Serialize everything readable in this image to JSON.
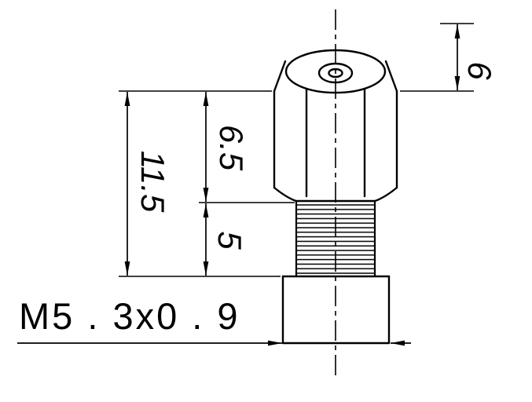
{
  "drawing": {
    "dimension_labels": {
      "head_height": "6",
      "hex_section_height": "6.5",
      "overall_height": "11.5",
      "thread_length": "5",
      "thread_designation": "M5 . 3x0 . 9"
    },
    "colors": {
      "line": "#000000",
      "background": "#ffffff"
    }
  }
}
